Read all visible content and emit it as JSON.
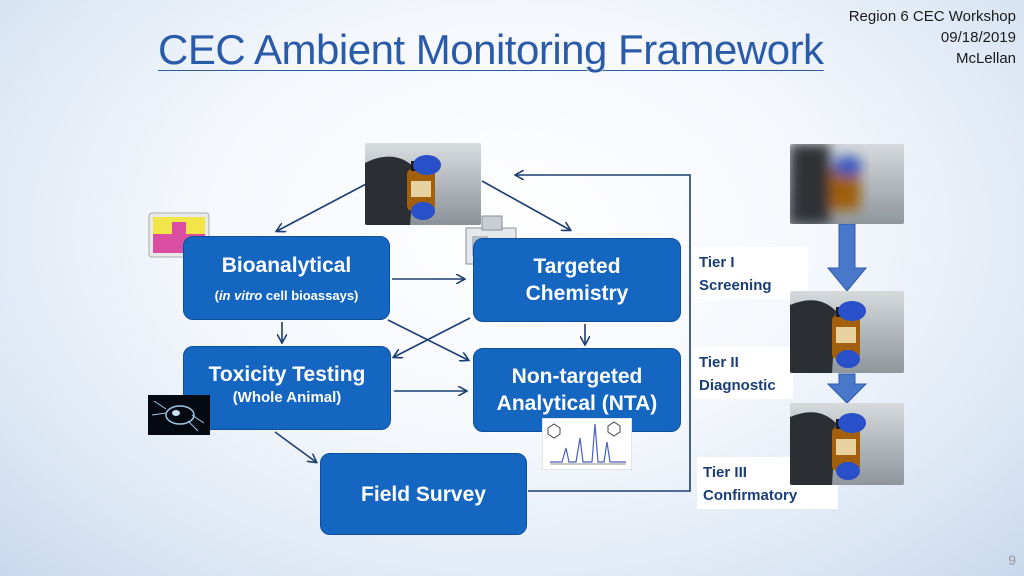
{
  "header": {
    "title": "CEC Ambient Monitoring Framework",
    "info_line1": "Region 6 CEC Workshop",
    "info_line2": "09/18/2019",
    "info_line3": "McLellan"
  },
  "boxes": {
    "bioanalytical": {
      "label": "Bioanalytical",
      "sub_italic": "in vitro",
      "sub_rest": " cell bioassays)",
      "sub_open": "("
    },
    "targeted": {
      "line1": "Targeted",
      "line2": "Chemistry"
    },
    "toxicity": {
      "label": "Toxicity Testing",
      "sub": "(Whole Animal)"
    },
    "nta": {
      "line1": "Non-targeted",
      "line2": "Analytical  (NTA)"
    },
    "field": {
      "label": "Field Survey"
    }
  },
  "tiers": [
    {
      "line1": "Tier I",
      "line2": "Screening"
    },
    {
      "line1": "Tier II",
      "line2": "Diagnostic"
    },
    {
      "line1": "Tier III",
      "line2": "Confirmatory"
    }
  ],
  "footer": {
    "page_number": "9"
  },
  "colors": {
    "box": "#1466c1",
    "title": "#2a5ba8",
    "arrow_thin": "#1c3f73",
    "arrow_tier": "#3f6fc4"
  },
  "icons": [
    "sample-bottle-photo",
    "well-plate-icon",
    "mass-spectrometer-icon",
    "daphnia-photo",
    "chromatogram-icon"
  ]
}
